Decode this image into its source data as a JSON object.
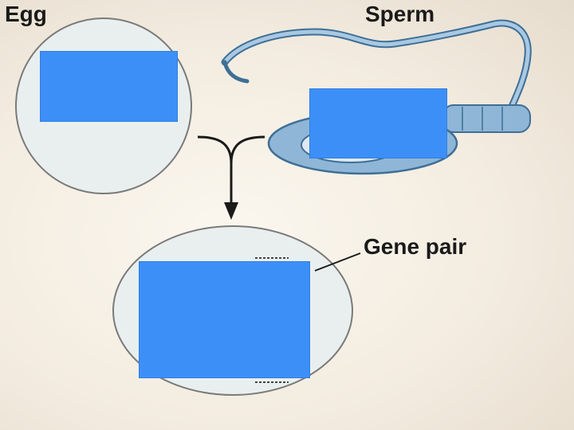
{
  "labels": {
    "egg": "Egg",
    "sperm": "Sperm",
    "gene_pair": "Gene pair"
  },
  "colors": {
    "background": "#f7f1e6",
    "cell_fill": "#e9efef",
    "cell_stroke": "#7a7a7a",
    "sperm_fill": "#8fb6d6",
    "sperm_stroke": "#3e6f96",
    "blank_box": "#3d8ff8",
    "arrow": "#1a1a1a"
  },
  "icons": [
    "egg-cell",
    "sperm-cell",
    "fertilized-cell",
    "merge-arrow"
  ]
}
